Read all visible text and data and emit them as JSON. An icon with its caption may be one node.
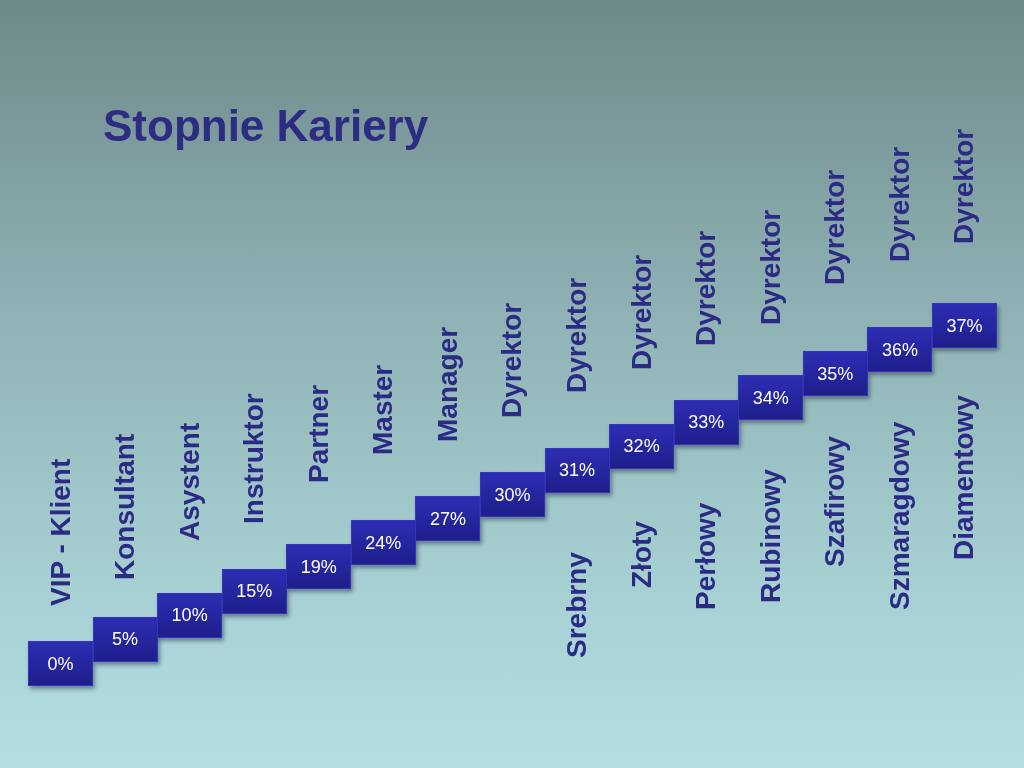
{
  "diagram": {
    "title": "Stopnie Kariery",
    "nodes": [
      {
        "text": [
          "0%"
        ],
        "beside": [
          "VIP - Klient"
        ]
      },
      {
        "text": [
          "5%"
        ],
        "beside": [
          "Konsultant"
        ]
      },
      {
        "text": [
          "10%"
        ],
        "beside": [
          "Asystent"
        ]
      },
      {
        "text": [
          "15%"
        ],
        "beside": [
          "Instruktor"
        ]
      },
      {
        "text": [
          "19%"
        ],
        "beside": [
          "Partner"
        ]
      },
      {
        "text": [
          "24%"
        ],
        "beside": [
          "Master"
        ]
      },
      {
        "text": [
          "27%"
        ],
        "beside": [
          "Manager"
        ]
      },
      {
        "text": [
          "30%"
        ],
        "beside": [
          "Dyrektor"
        ]
      },
      {
        "text": [
          "31%"
        ],
        "beside": [
          "Dyrektor",
          "Srebrny"
        ]
      },
      {
        "text": [
          "32%"
        ],
        "beside": [
          "Dyrektor",
          "Złoty"
        ]
      },
      {
        "text": [
          "33%"
        ],
        "beside": [
          "Dyrektor",
          "Perłowy"
        ]
      },
      {
        "text": [
          "34%"
        ],
        "beside": [
          "Dyrektor",
          "Rubinowy"
        ]
      },
      {
        "text": [
          "35%"
        ],
        "beside": [
          "Dyrektor",
          "Szafirowy"
        ]
      },
      {
        "text": [
          "36%"
        ],
        "beside": [
          "Dyrektor",
          "Szmaragdowy"
        ]
      },
      {
        "text": [
          "37%"
        ],
        "beside": [
          "Dyrektor",
          "Diamentowy"
        ]
      }
    ]
  }
}
